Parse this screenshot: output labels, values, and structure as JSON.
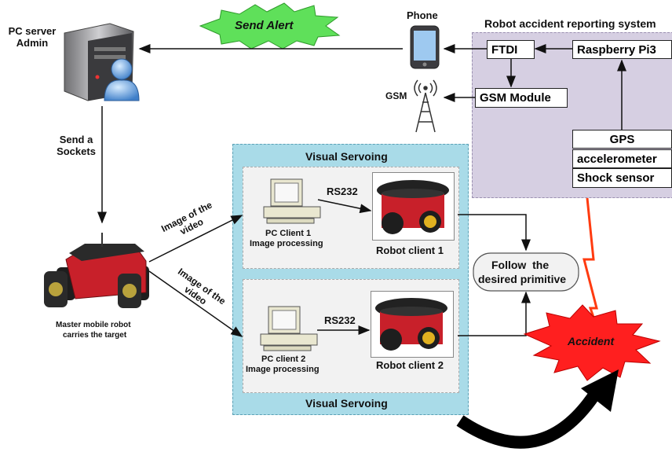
{
  "pc_server": {
    "title": "PC server Admin"
  },
  "send_alert": "Send Alert",
  "phone": "Phone",
  "gsm_label": "GSM",
  "send_sockets": "Send a Sockets",
  "reporting_system": {
    "title": "Robot accident reporting system",
    "ftdi": "FTDI",
    "raspberry": "Raspberry Pi3",
    "gsm_module": "GSM Module",
    "sensors": [
      "GPS",
      "accelerometer",
      "Shock sensor"
    ]
  },
  "visual_servoing": {
    "top_title": "Visual Servoing",
    "bottom_title": "Visual Servoing",
    "client1": {
      "pc_label_line1": "PC Client 1",
      "pc_label_line2": "Image processing",
      "link": "RS232",
      "robot_label": "Robot client 1"
    },
    "client2": {
      "pc_label_line1": "PC client 2",
      "pc_label_line2": "Image processing",
      "link": "RS232",
      "robot_label": "Robot client 2"
    }
  },
  "image_of_video_1": "Image of the video",
  "image_of_video_2": "Image of the video",
  "follow_primitive": {
    "line1": "Follow  the",
    "line2": "desired primitive"
  },
  "master_robot": {
    "line1": "Master mobile robot",
    "line2": "carries the target"
  },
  "accident": "Accident",
  "colors": {
    "reporting_bg": "#d6cfe2",
    "servo_bg": "#a9dbe8",
    "robot_red": "#c8202a",
    "starburst_green": "#5fe05a",
    "accident_red": "#ff1f1f",
    "lightning": "#ff3b10"
  }
}
